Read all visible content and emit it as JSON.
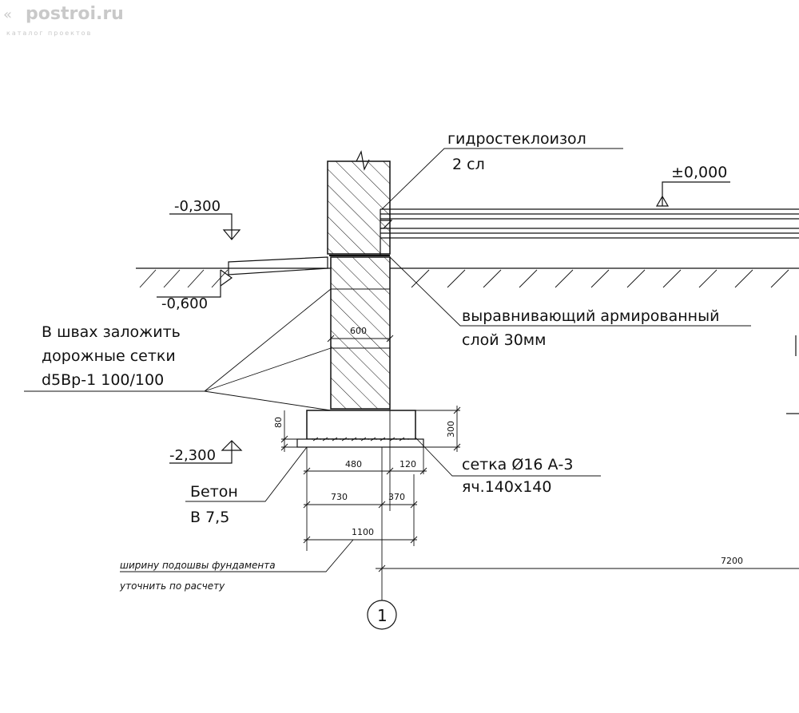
{
  "watermark": {
    "brand": "postroi.ru",
    "tagline": "каталог проектов"
  },
  "labels": {
    "hydro": "гидростеклоизол",
    "hydro_layers": "2 сл",
    "level_zero": "±0,000",
    "level_m0300": "-0,300",
    "level_m0600": "-0,600",
    "level_m2300": "-2,300",
    "seams_line1": "В швах заложить",
    "seams_line2": "дорожные сетки",
    "seams_line3": "d5Вр-1 100/100",
    "leveling_line1": "выравнивающий армированный",
    "leveling_line2": "слой 30мм",
    "mesh_line1": "сетка Ø16 А-3",
    "mesh_line2": "яч.140х140",
    "concrete_line1": "Бетон",
    "concrete_line2": "В 7,5",
    "note_line1": "ширину подошвы фундамента",
    "note_line2": "уточнить по расчету",
    "axis_mark": "1"
  },
  "dimensions": {
    "d600": "600",
    "d80": "80",
    "d300": "300",
    "d480": "480",
    "d120": "120",
    "d730": "730",
    "d370": "370",
    "d1100": "1100",
    "d7200": "7200"
  }
}
